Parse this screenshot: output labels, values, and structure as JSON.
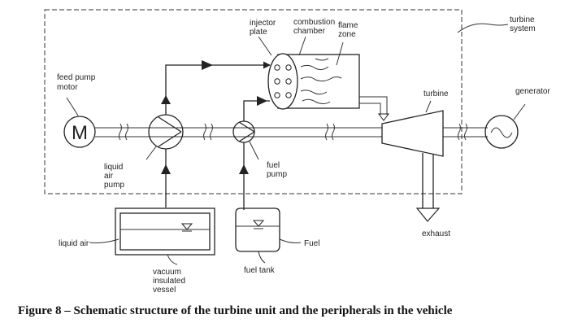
{
  "labels": {
    "feed_pump_motor": [
      "feed pump",
      "motor"
    ],
    "motor_symbol": "M",
    "injector_plate": [
      "injector",
      "plate"
    ],
    "combustion_chamber": [
      "combustion",
      "chamber"
    ],
    "flame_zone": [
      "flame",
      "zone"
    ],
    "turbine_system": [
      "turbine",
      "system"
    ],
    "turbine": "turbine",
    "generator": "generator",
    "liquid_air_pump": [
      "liquid",
      "air",
      "pump"
    ],
    "fuel_pump": [
      "fuel",
      "pump"
    ],
    "exhaust": "exhaust",
    "liquid_air": "liquid air",
    "vacuum_vessel": [
      "vacuum",
      "insulated",
      "vessel"
    ],
    "fuel": "Fuel",
    "fuel_tank": "fuel tank"
  },
  "caption": "Figure 8 – Schematic structure of the turbine unit and the peripherals in the vehicle"
}
